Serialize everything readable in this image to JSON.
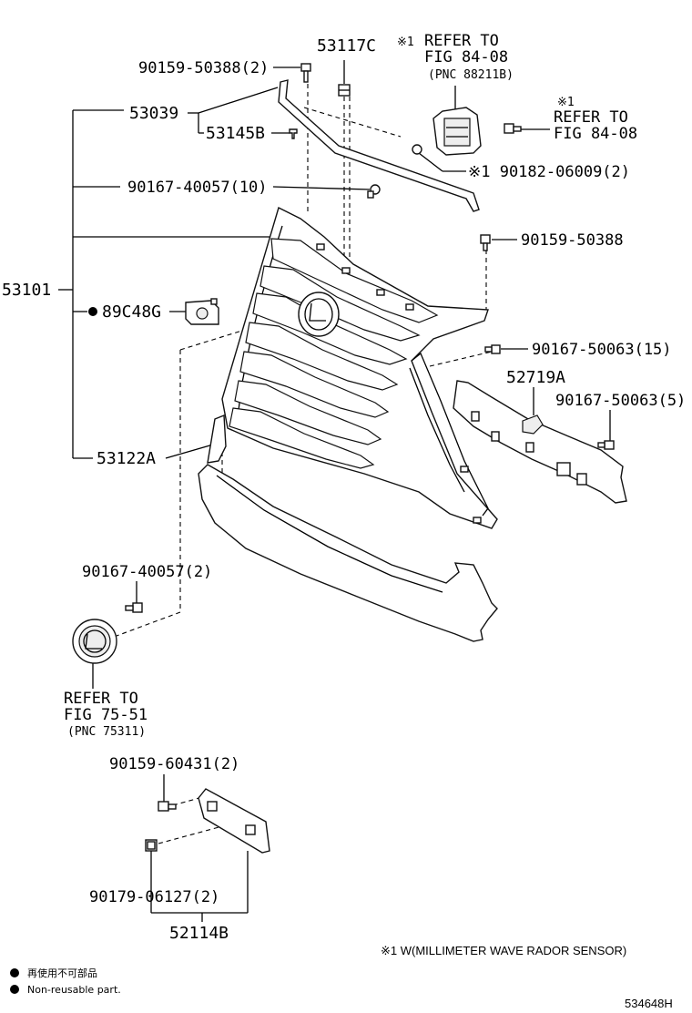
{
  "labels": {
    "p53117C": "53117C",
    "refer1_mark": "※1",
    "refer1_l1": "REFER TO",
    "refer1_l2": "FIG 84-08",
    "refer1_l3": "(PNC 88211B)",
    "p90159_50388_2": "90159-50388(2)",
    "p53039": "53039",
    "p53145B": "53145B",
    "refer2_mark": "※1",
    "refer2_l1": "REFER TO",
    "refer2_l2": "FIG 84-08",
    "p90182": "※1 90182-06009(2)",
    "p90167_40057_10": "90167-40057(10)",
    "p90159_50388": "90159-50388",
    "p53101": "53101",
    "p89C48G": "89C48G",
    "p90167_50063_15": "90167-50063(15)",
    "p52719A": "52719A",
    "p90167_50063_5": "90167-50063(5)",
    "p53122A": "53122A",
    "p90167_40057_2": "90167-40057(2)",
    "refer3_l1": "REFER TO",
    "refer3_l2": "FIG 75-51",
    "refer3_l3": "(PNC 75311)",
    "p90159_60431_2": "90159-60431(2)",
    "p90179_06127_2": "90179-06127(2)",
    "p52114B": "52114B"
  },
  "footnote": "※1  W(MILLIMETER WAVE RADOR SENSOR)",
  "legend": {
    "line1": "再使用不可部品",
    "line2": "Non-reusable part."
  },
  "diagram_id": "534648H"
}
